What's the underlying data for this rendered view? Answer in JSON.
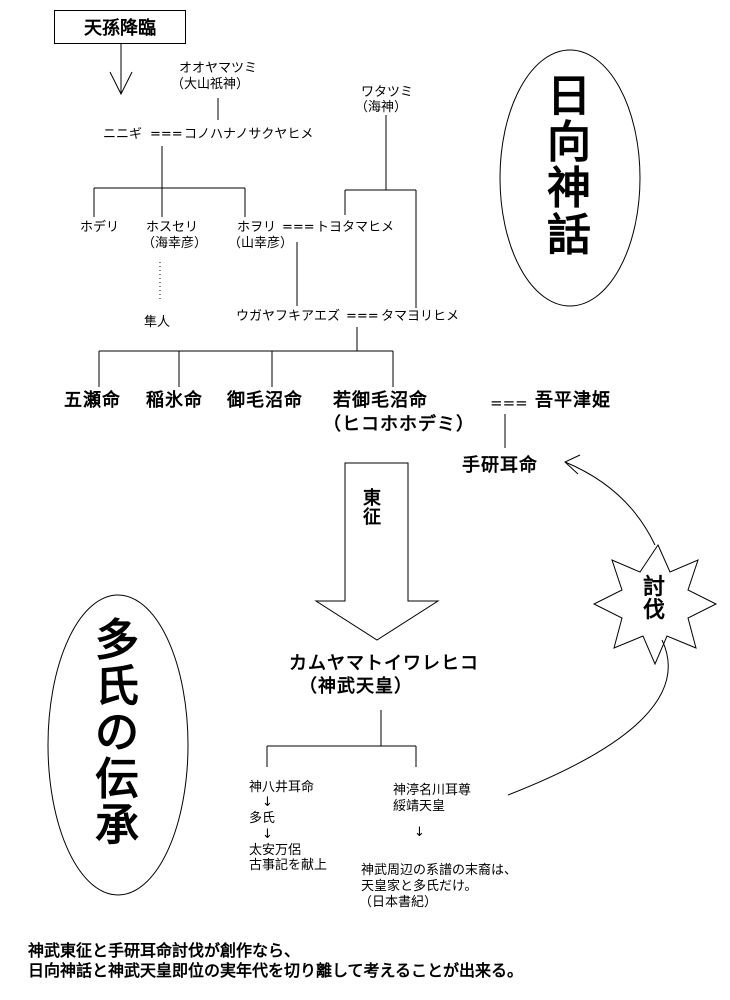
{
  "title_box": "天孫降臨",
  "top": {
    "oyamatsumi_kana": "オオヤマツミ",
    "oyamatsumi_kanji": "（大山祇神）",
    "watatsumi_kana": "ワタツミ",
    "watatsumi_kanji": "（海神）",
    "ninigi": "ニニギ",
    "eq": "===",
    "konohana": "コノハナノサクヤヒメ",
    "hoderi": "ホデリ",
    "hoseri": "ホスセリ",
    "hoseri_sub": "（海幸彦）",
    "hoori": "ホヲリ",
    "hoori_sub": "（山幸彦）",
    "toyotama": "トヨタマヒメ",
    "hayato": "隼人",
    "ugaya": "ウガヤフキアエズ",
    "tamayori": "タマヨリヒメ"
  },
  "children": {
    "itsuse": "五瀬命",
    "inahi": "稲氷命",
    "mikenu": "御毛沼命",
    "wakamikenu": "若御毛沼命",
    "wakamikenu_sub": "（ヒコホホデミ）",
    "eq": "===",
    "ahiratsu": "吾平津姫"
  },
  "tagishimimi": "手研耳命",
  "tosei": [
    "東",
    "征"
  ],
  "toubatsu": [
    "討",
    "伐"
  ],
  "hyuga": [
    "日",
    "向",
    "神",
    "話"
  ],
  "oshi": [
    "多",
    "氏",
    "の",
    "伝",
    "承"
  ],
  "jinmu": {
    "name": "カムヤマトイワレヒコ",
    "sub": "（神武天皇）"
  },
  "kamuyai": {
    "name": "神八井耳命",
    "arrow1": "↓",
    "oshi": "多氏",
    "arrow2": "↓",
    "yasumaro": "太安万侶",
    "kojiki": "古事記を献上"
  },
  "kamununa": {
    "name": "神渟名川耳尊",
    "sub": "綏靖天皇",
    "arrow": "↓",
    "note1": "神武周辺の系譜の末裔は、",
    "note2": "天皇家と多氏だけ。",
    "note3": "（日本書紀）"
  },
  "bottom": {
    "line1": "神武東征と手研耳命討伐が創作なら、",
    "line2": "日向神話と神武天皇即位の実年代を切り離して考えることが出来る。"
  }
}
